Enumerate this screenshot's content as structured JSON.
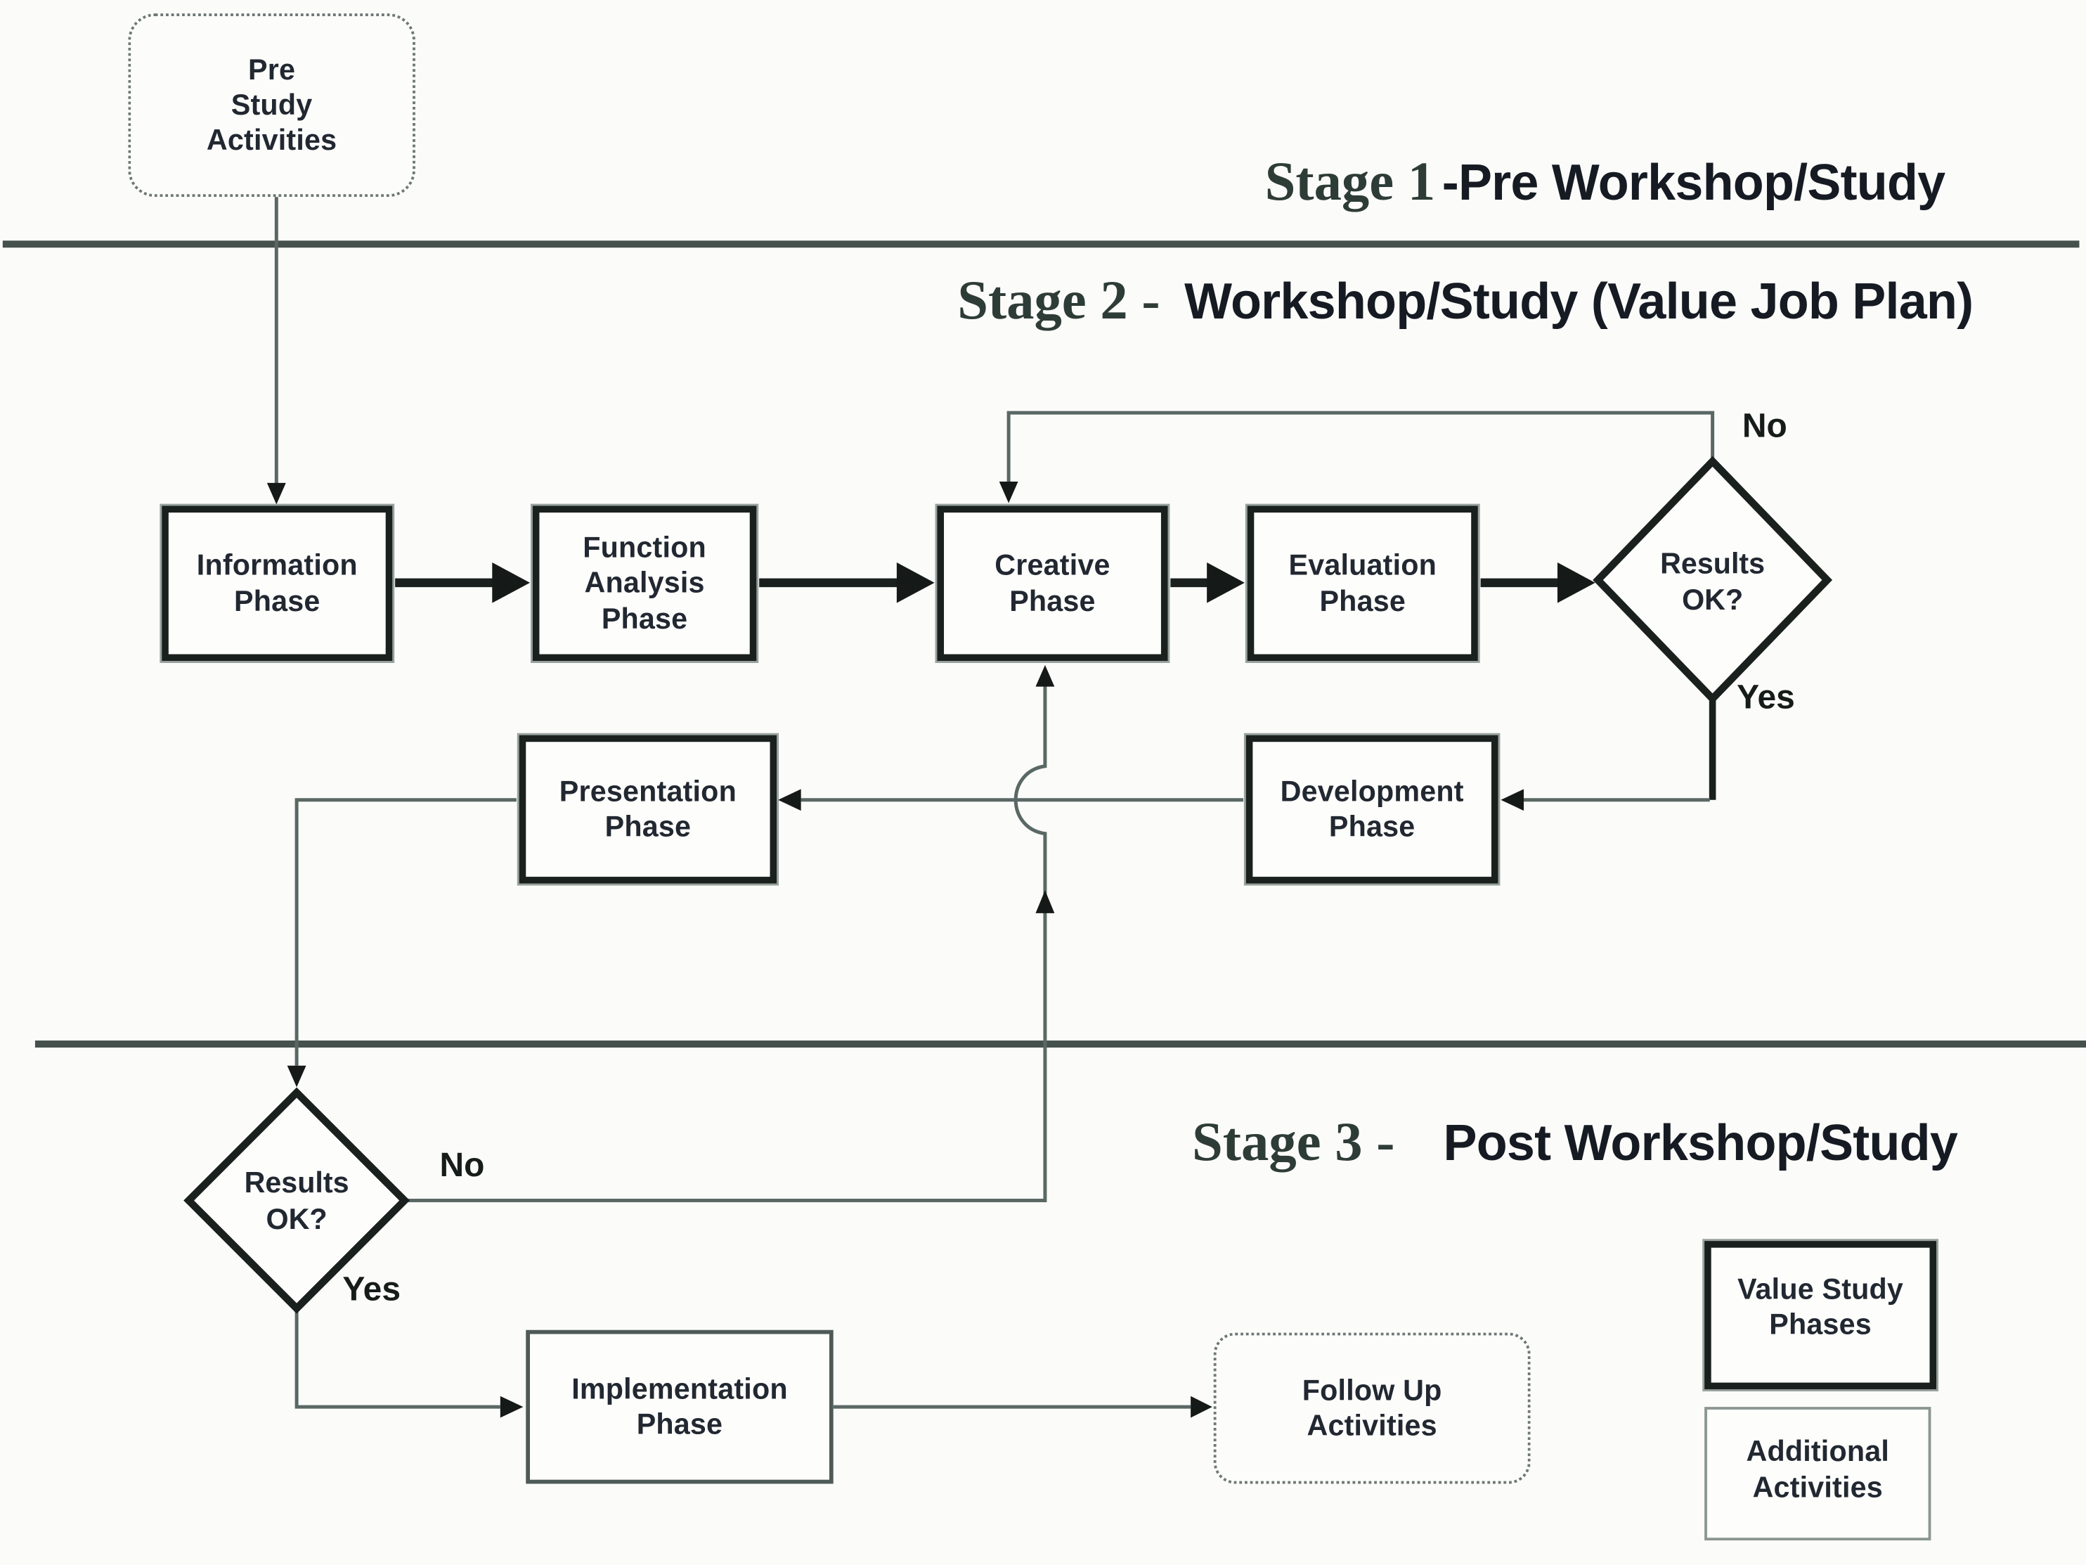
{
  "stage_headings": [
    {
      "prefix": "Stage 1",
      "title": "-Pre Workshop/Study"
    },
    {
      "prefix": "Stage 2 -",
      "title": "Workshop/Study (Value Job Plan)"
    },
    {
      "prefix": "Stage 3 -",
      "title": "Post Workshop/Study"
    }
  ],
  "nodes": {
    "pre_study": {
      "lines": [
        "Pre",
        "Study",
        "Activities"
      ]
    },
    "information": {
      "lines": [
        "Information",
        "Phase"
      ]
    },
    "function_analysis": {
      "lines": [
        "Function",
        "Analysis",
        "Phase"
      ]
    },
    "creative": {
      "lines": [
        "Creative",
        "Phase"
      ]
    },
    "evaluation": {
      "lines": [
        "Evaluation",
        "Phase"
      ]
    },
    "results_ok_top": {
      "lines": [
        "Results",
        "OK?"
      ]
    },
    "development": {
      "lines": [
        "Development",
        "Phase"
      ]
    },
    "presentation": {
      "lines": [
        "Presentation",
        "Phase"
      ]
    },
    "results_ok_bottom": {
      "lines": [
        "Results",
        "OK?"
      ]
    },
    "implementation": {
      "lines": [
        "Implementation",
        "Phase"
      ]
    },
    "follow_up": {
      "lines": [
        "Follow Up",
        "Activities"
      ]
    }
  },
  "decision_labels": {
    "top": {
      "no": "No",
      "yes": "Yes"
    },
    "bottom": {
      "no": "No",
      "yes": "Yes"
    }
  },
  "legend": [
    {
      "lines": [
        "Value Study",
        "Phases"
      ]
    },
    {
      "lines": [
        "Additional",
        "Activities"
      ]
    }
  ],
  "colors": {
    "background": "#fbfbf9",
    "box_border": "#1a201e",
    "line": "#5a6865",
    "divider": "#46514e",
    "text": "#222831",
    "heading": "#161b23",
    "heading_serif": "#2e3c38"
  }
}
